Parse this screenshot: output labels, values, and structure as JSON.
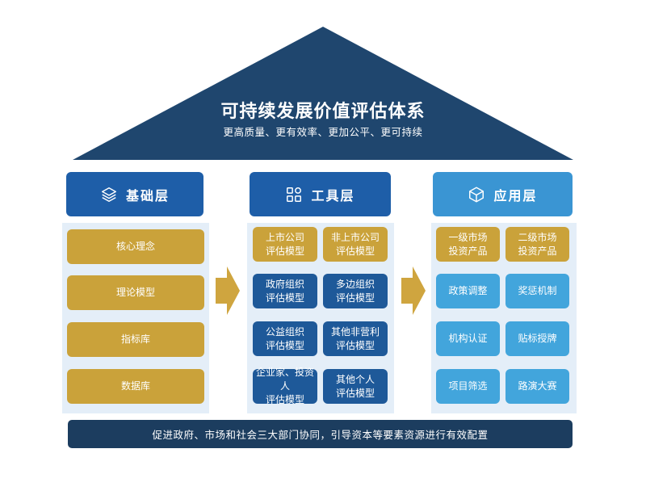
{
  "roof": {
    "title": "可持续发展价值评估体系",
    "subtitle": "更高质量、更有效率、更加公平、更可持续",
    "color": "#1f466e"
  },
  "columns": [
    {
      "title": "基础层",
      "icon": "layers-icon",
      "header_color": "#1e5ea8",
      "panel_color": "#e4eef8",
      "items": [
        "核心理念",
        "理论模型",
        "指标库",
        "数据库"
      ],
      "item_color": "#caa23a"
    },
    {
      "title": "工具层",
      "icon": "grid-blocks-icon",
      "header_color": "#1e5ea8",
      "panel_color": "#e4eef8",
      "items": [
        "上市公司\n评估模型",
        "非上市公司\n评估模型",
        "政府组织\n评估模型",
        "多边组织\n评估模型",
        "公益组织\n评估模型",
        "其他非营利\n评估模型",
        "企业家、投资人\n评估模型",
        "其他个人\n评估模型"
      ],
      "gold_items": 2,
      "item_color_top": "#caa23a",
      "item_color": "#1e5999"
    },
    {
      "title": "应用层",
      "icon": "cube-icon",
      "header_color": "#3a95d3",
      "panel_color": "#e4eef8",
      "items": [
        "一级市场\n投资产品",
        "二级市场\n投资产品",
        "政策调整",
        "奖惩机制",
        "机构认证",
        "贴标授牌",
        "项目筛选",
        "路演大赛"
      ],
      "gold_items": 2,
      "item_color_top": "#caa23a",
      "item_color": "#42a5dc"
    }
  ],
  "arrow_color": "#cfa53f",
  "footer": {
    "text": "促进政府、市场和社会三大部门协同，引导资本等要素资源进行有效配置",
    "color": "#1c3d5f"
  }
}
